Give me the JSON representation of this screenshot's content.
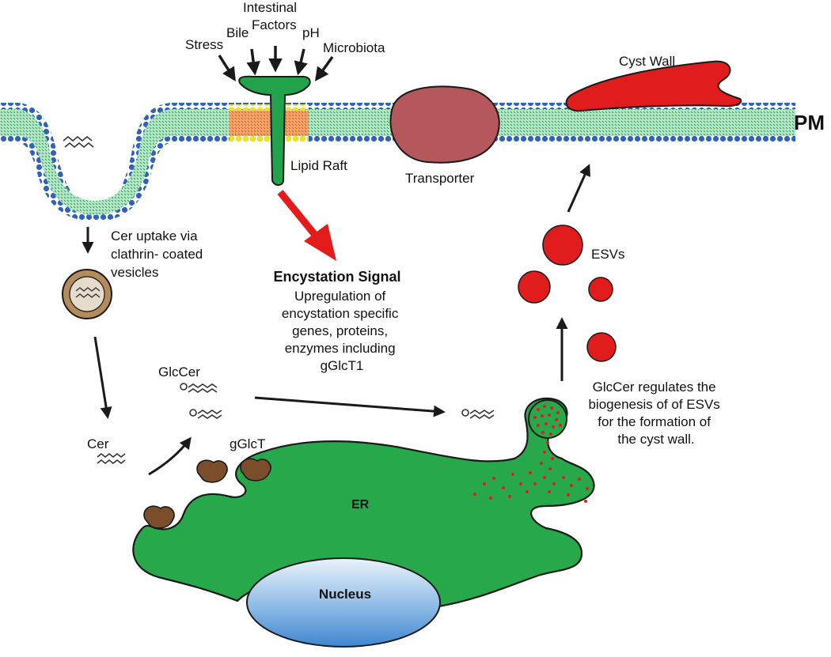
{
  "colors": {
    "membrane_fill": "#b9e6c9",
    "lipid_head": "#2f62b8",
    "lipid_tail": "#2f9e5b",
    "raft_fill": "#f2a66a",
    "raft_head": "#f2e21a",
    "receptor": "#22a24a",
    "transporter": "#b5585c",
    "er": "#27a84a",
    "vesicle_red": "#e01c1c",
    "nucleus": "#6aa7df",
    "enzyme": "#7a4e2a",
    "coated_vesicle": "#b38b5d",
    "arrow": "#1a1a1a",
    "signal_arrow": "#e41b1b"
  },
  "labels": {
    "stress": "Stress",
    "bile": "Bile",
    "intestinal": "Intestinal",
    "factors": "Factors",
    "ph": "pH",
    "microbiota": "Microbiota",
    "cyst_wall": "Cyst Wall",
    "pm": "PM",
    "lipid_raft": "Lipid Raft",
    "transporter": "Transporter",
    "cer_uptake": [
      "Cer uptake via",
      "clathrin- coated",
      "vesicles"
    ],
    "encystation_title": "Encystation Signal",
    "encystation_body": [
      "Upregulation of",
      "encystation specific",
      "genes, proteins,",
      "enzymes including",
      "gGlcT1"
    ],
    "esvs": "ESVs",
    "glccer": "GlcCer",
    "gglct": "gGlcT",
    "cer": "Cer",
    "er": "ER",
    "nucleus": "Nucleus",
    "glccer_regulates": [
      "GlcCer regulates the",
      "biogenesis of of ESVs",
      "for the formation of",
      "the cyst wall."
    ]
  }
}
